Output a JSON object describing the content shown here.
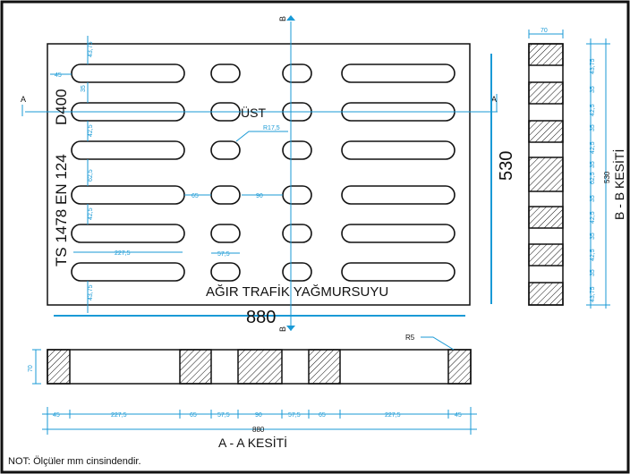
{
  "labels": {
    "d400": "D400",
    "standard": "TS 1478 EN 124",
    "ust": "ÜST",
    "agir": "AĞIR TRAFİK YAĞMURSUYU",
    "dim880": "880",
    "dim530": "530",
    "section_a_mark": "A",
    "section_b_mark": "B",
    "r175": "R17,5",
    "r5": "R5",
    "aa_title": "A - A KESİTİ",
    "bb_title": "B - B KESİTİ",
    "note": "NOT: Ölçüler mm cinsindendir."
  },
  "plan_dims": {
    "left_margin": "45",
    "top_margin": "43,75",
    "bottom_margin": "43,75",
    "slot_width": "35",
    "spacing": "42,5",
    "center_spacing": "62,5",
    "spacing2": "42,5",
    "long_slot_len": "227,5",
    "short_slot_len": "57,5",
    "gap_65": "65",
    "gap_90": "90"
  },
  "aa_dims": [
    "45",
    "227,5",
    "65",
    "57,5",
    "90",
    "57,5",
    "65",
    "227,5",
    "45"
  ],
  "aa_total": "880",
  "aa_height": "70",
  "bb_width": "70",
  "bb_dims": [
    "43,75",
    "35",
    "42,5",
    "35",
    "42,5",
    "35",
    "62,5",
    "35",
    "42,5",
    "35",
    "42,5",
    "35",
    "43,75"
  ],
  "bb_total": "530",
  "colors": {
    "outline": "#111111",
    "dimension": "#1a9ad6",
    "background": "#ffffff"
  }
}
